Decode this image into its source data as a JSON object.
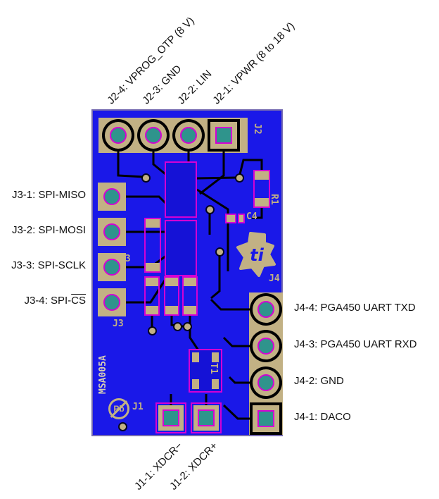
{
  "figure": {
    "type": "pcb-top-view"
  },
  "labels": {
    "top": [
      {
        "pin": "J2-4",
        "text": "J2-4: VPROG_OTP (8 V)"
      },
      {
        "pin": "J2-3",
        "text": "J2-3: GND"
      },
      {
        "pin": "J2-2",
        "text": "J2-2: LIN"
      },
      {
        "pin": "J2-1",
        "text": "J2-1: VPWR (8 to 18 V)"
      }
    ],
    "left": [
      {
        "pin": "J3-1",
        "text": "J3-1: SPI-MISO"
      },
      {
        "pin": "J3-2",
        "text": "J3-2: SPI-MOSI"
      },
      {
        "pin": "J3-3",
        "text": "J3-3: SPI-SCLK"
      },
      {
        "pin": "J3-4",
        "text": "J3-4: SPI-",
        "overline": "CS"
      }
    ],
    "right": [
      {
        "pin": "J4-4",
        "text": "J4-4: PGA450 UART TXD"
      },
      {
        "pin": "J4-3",
        "text": "J4-3: PGA450 UART RXD"
      },
      {
        "pin": "J4-2",
        "text": "J4-2: GND"
      },
      {
        "pin": "J4-1",
        "text": "J4-1: DACO"
      }
    ],
    "bottom": [
      {
        "pin": "J1-1",
        "text": "J1-1: XDCR−"
      },
      {
        "pin": "J1-2",
        "text": "J1-2: XDCR+"
      }
    ]
  },
  "board": {
    "silkscreen": {
      "j1": "J1",
      "j2": "J2",
      "j3": "J3",
      "j4": "J4",
      "c3": "C3",
      "c4": "C4",
      "r1": "R1",
      "t1": "T1",
      "board_id": "MSA005A",
      "pb_symbol": "Pb",
      "ti_text": "ti"
    }
  },
  "colors": {
    "pcb_blue": "#1a18e8",
    "copper_tan": "#c2b184",
    "pad_teal": "#2f948c",
    "silkscreen_magenta": "#d400d4",
    "label_black": "#111111"
  }
}
